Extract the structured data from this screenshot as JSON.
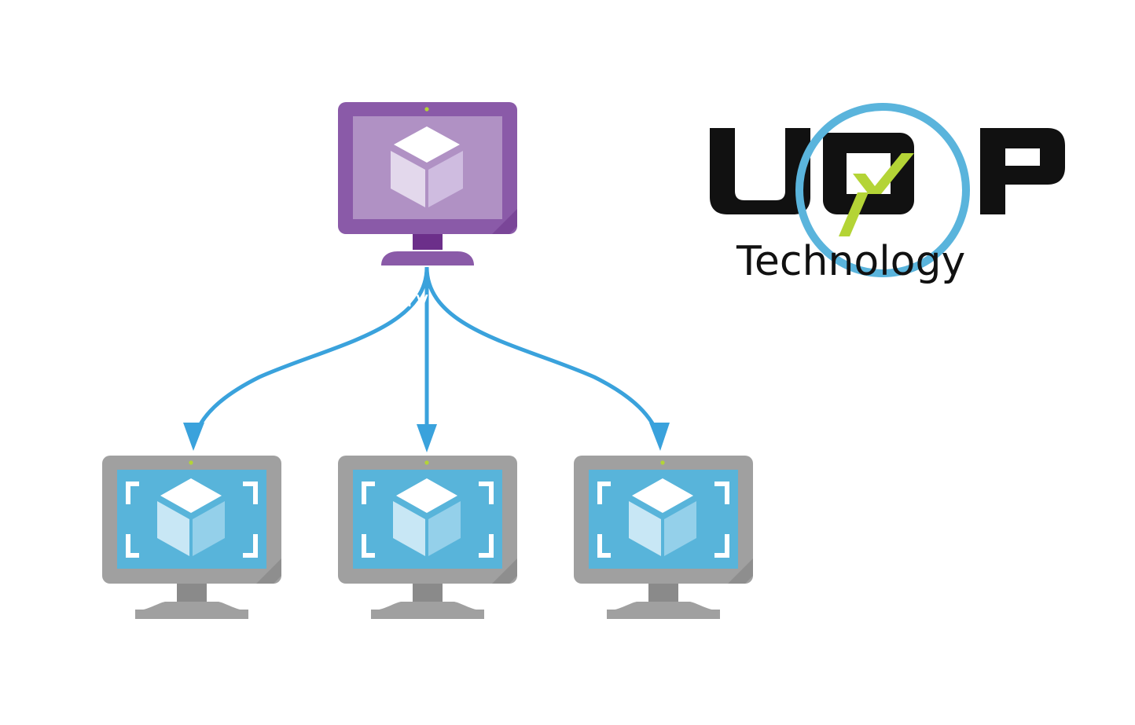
{
  "diagram": {
    "source_node": {
      "icon": "virtual-machine-icon",
      "color": "#8a5aa8",
      "label": "erv"
    },
    "target_nodes": [
      {
        "icon": "virtual-machine-scale-icon",
        "color": "#58b4da"
      },
      {
        "icon": "virtual-machine-scale-icon",
        "color": "#58b4da"
      },
      {
        "icon": "virtual-machine-scale-icon",
        "color": "#58b4da"
      }
    ],
    "arrow_color": "#3aa2dc"
  },
  "logo": {
    "wordmark": "UDP",
    "tagline": "Technology",
    "ring_color": "#5ab4dc",
    "accent_color": "#b4d436"
  }
}
